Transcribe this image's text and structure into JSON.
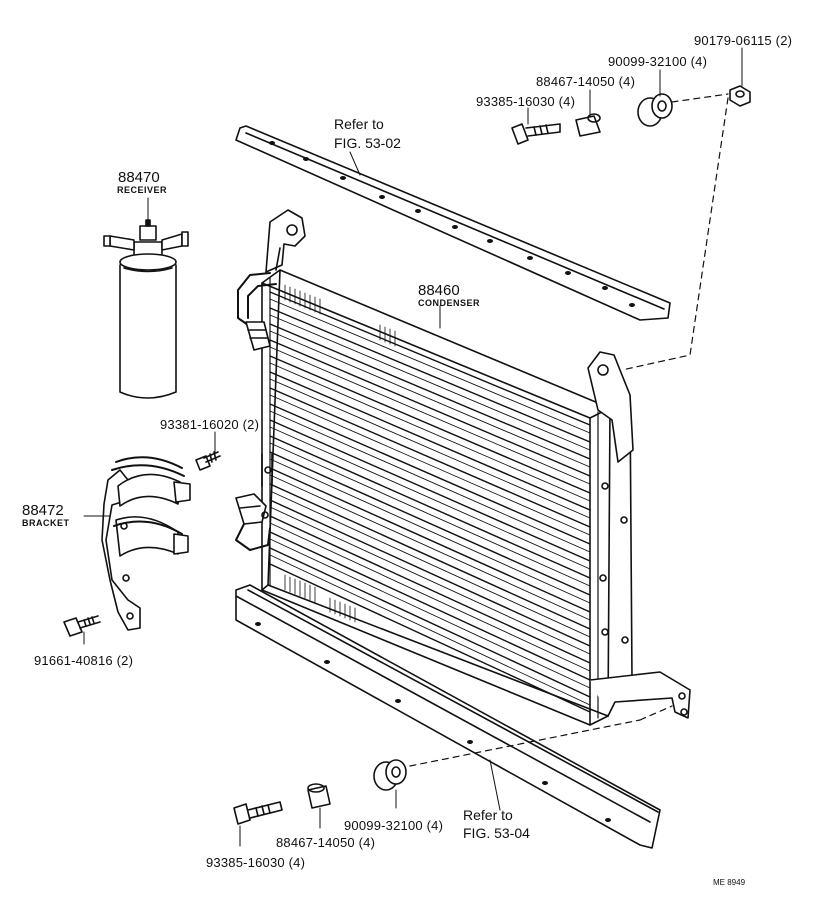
{
  "labels": {
    "p90179": "90179-06115 (2)",
    "p90099_top": "90099-32100 (4)",
    "p88467_top": "88467-14050 (4)",
    "p93385_top": "93385-16030 (4)",
    "ref_top_1": "Refer to",
    "ref_top_2": "FIG. 53-02",
    "receiver_num": "88470",
    "receiver_name": "RECEIVER",
    "condenser_num": "88460",
    "condenser_name": "CONDENSER",
    "p93381": "93381-16020 (2)",
    "bracket_num": "88472",
    "bracket_name": "BRACKET",
    "p91661": "91661-40816 (2)",
    "p90099_bot": "90099-32100 (4)",
    "ref_bot_1": "Refer to",
    "ref_bot_2": "FIG. 53-04",
    "p88467_bot": "88467-14050 (4)",
    "p93385_bot": "93385-16030 (4)",
    "code": "ME 8949"
  }
}
